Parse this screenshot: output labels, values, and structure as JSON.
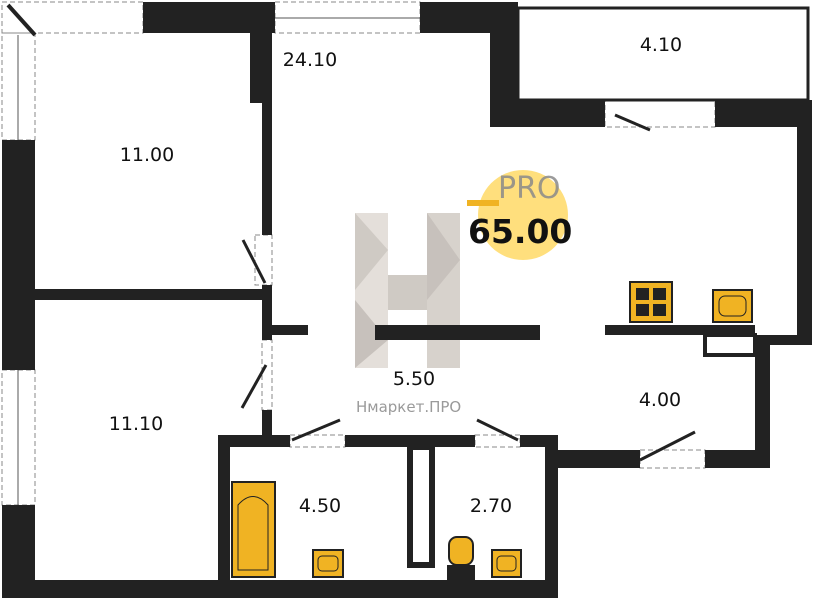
{
  "plan": {
    "total_area": "65.00",
    "rooms": [
      {
        "id": "living",
        "area": "24.10"
      },
      {
        "id": "balcony",
        "area": "4.10"
      },
      {
        "id": "bedroom-1",
        "area": "11.00"
      },
      {
        "id": "bedroom-2",
        "area": "11.10"
      },
      {
        "id": "corridor",
        "area": "5.50"
      },
      {
        "id": "hall",
        "area": "4.00"
      },
      {
        "id": "bathroom",
        "area": "4.50"
      },
      {
        "id": "toilet",
        "area": "2.70"
      }
    ]
  },
  "watermark": {
    "brand": "Нмаркет.ПРО",
    "badge": "PRO"
  },
  "colors": {
    "wall": "#222222",
    "fixture": "#f0b323",
    "badge": "#ffd966",
    "logo": "#c8c0b8"
  }
}
